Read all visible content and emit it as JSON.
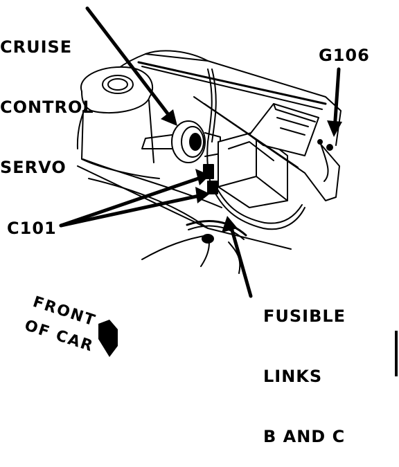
{
  "labels": {
    "cruise_control_servo": [
      "CRUISE",
      "CONTROL",
      "SERVO"
    ],
    "g106": "G106",
    "c101": "C101",
    "fusible_links": [
      "FUSIBLE",
      "LINKS",
      "B AND C"
    ],
    "front_of_car": [
      "FRONT",
      "OF CAR"
    ]
  },
  "colors": {
    "ink": "#000000",
    "paper": "#ffffff"
  }
}
